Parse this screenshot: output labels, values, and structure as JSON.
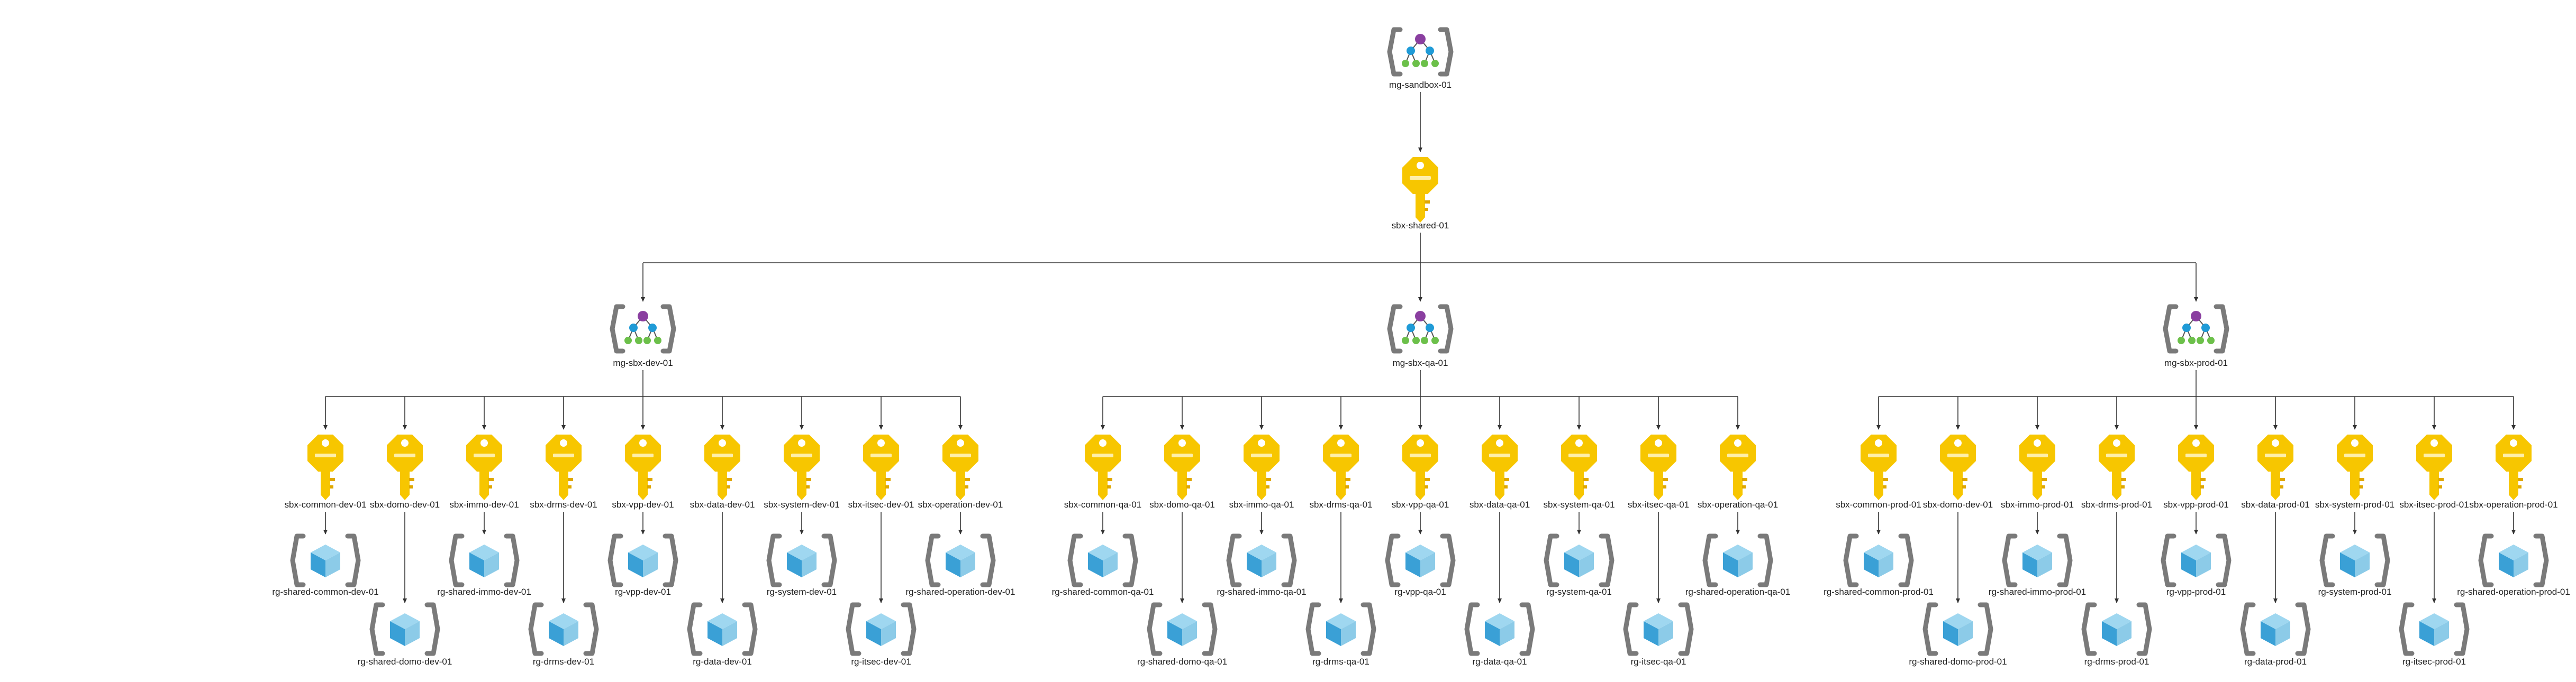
{
  "diagram": {
    "root": {
      "label": "mg-sandbox-01",
      "icon": "management-group-icon"
    },
    "subscription": {
      "label": "sbx-shared-01",
      "icon": "subscription-key-icon"
    },
    "groups": [
      {
        "label": "mg-sbx-dev-01",
        "subscriptions": [
          {
            "label": "sbx-common-dev-01",
            "rg": "rg-shared-common-dev-01"
          },
          {
            "label": "sbx-domo-dev-01",
            "rg": "rg-shared-domo-dev-01"
          },
          {
            "label": "sbx-immo-dev-01",
            "rg": "rg-shared-immo-dev-01"
          },
          {
            "label": "sbx-drms-dev-01",
            "rg": "rg-drms-dev-01"
          },
          {
            "label": "sbx-vpp-dev-01",
            "rg": "rg-vpp-dev-01"
          },
          {
            "label": "sbx-data-dev-01",
            "rg": "rg-data-dev-01"
          },
          {
            "label": "sbx-system-dev-01",
            "rg": "rg-system-dev-01"
          },
          {
            "label": "sbx-itsec-dev-01",
            "rg": "rg-itsec-dev-01"
          },
          {
            "label": "sbx-operation-dev-01",
            "rg": "rg-shared-operation-dev-01"
          }
        ]
      },
      {
        "label": "mg-sbx-qa-01",
        "subscriptions": [
          {
            "label": "sbx-common-qa-01",
            "rg": "rg-shared-common-qa-01"
          },
          {
            "label": "sbx-domo-qa-01",
            "rg": "rg-shared-domo-qa-01"
          },
          {
            "label": "sbx-immo-qa-01",
            "rg": "rg-shared-immo-qa-01"
          },
          {
            "label": "sbx-drms-qa-01",
            "rg": "rg-drms-qa-01"
          },
          {
            "label": "sbx-vpp-qa-01",
            "rg": "rg-vpp-qa-01"
          },
          {
            "label": "sbx-data-qa-01",
            "rg": "rg-data-qa-01"
          },
          {
            "label": "sbx-system-qa-01",
            "rg": "rg-system-qa-01"
          },
          {
            "label": "sbx-itsec-qa-01",
            "rg": "rg-itsec-qa-01"
          },
          {
            "label": "sbx-operation-qa-01",
            "rg": "rg-shared-operation-qa-01"
          }
        ]
      },
      {
        "label": "mg-sbx-prod-01",
        "subscriptions": [
          {
            "label": "sbx-common-prod-01",
            "rg": "rg-shared-common-prod-01"
          },
          {
            "label": "sbx-domo-dev-01",
            "rg": "rg-shared-domo-prod-01"
          },
          {
            "label": "sbx-immo-prod-01",
            "rg": "rg-shared-immo-prod-01"
          },
          {
            "label": "sbx-drms-prod-01",
            "rg": "rg-drms-prod-01"
          },
          {
            "label": "sbx-vpp-prod-01",
            "rg": "rg-vpp-prod-01"
          },
          {
            "label": "sbx-data-prod-01",
            "rg": "rg-data-prod-01"
          },
          {
            "label": "sbx-system-prod-01",
            "rg": "rg-system-prod-01"
          },
          {
            "label": "sbx-itsec-prod-01",
            "rg": "rg-itsec-prod-01"
          },
          {
            "label": "sbx-operation-prod-01",
            "rg": "rg-shared-operation-prod-01"
          }
        ]
      }
    ]
  },
  "colors": {
    "edge": "#333333",
    "key_fill": "#f7c600",
    "key_dark": "#e0a800",
    "bracket": "#7a7a7a",
    "mg_top_node": "#8a3fa0",
    "mg_node": "#1f9bd7",
    "mg_leaf": "#6cc04a",
    "cube_top": "#9fd7f0",
    "cube_left": "#3aa0d6",
    "cube_right": "#8ccbe8"
  }
}
